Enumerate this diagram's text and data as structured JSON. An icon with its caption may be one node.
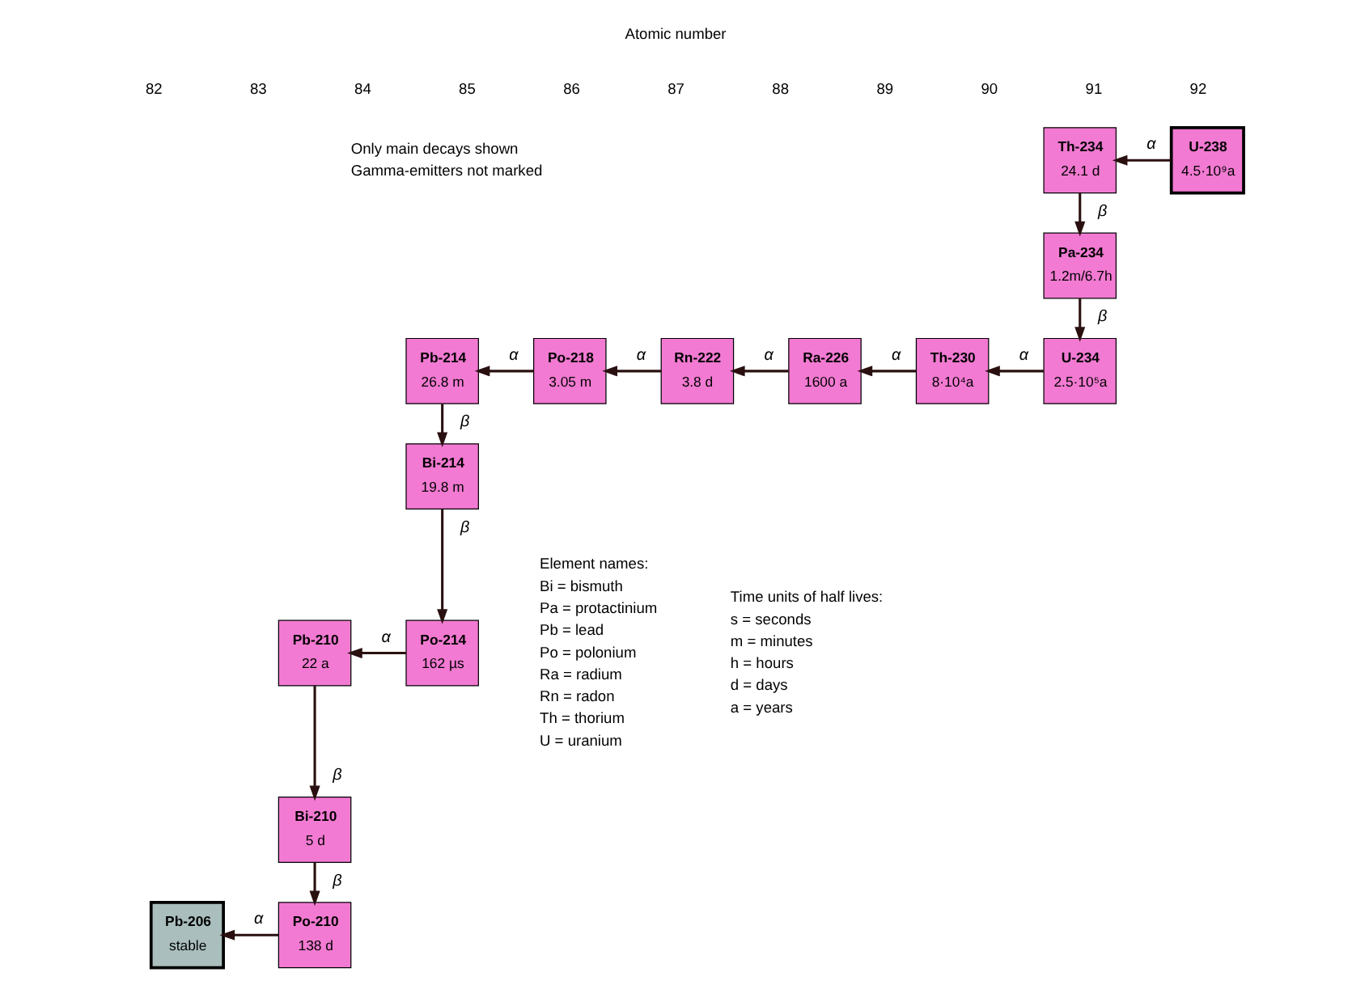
{
  "diagram": {
    "nodes": [
      {
        "text": [
          "Th-234",
          "24.1 d"
        ]
      },
      {
        "text": [
          "U-238",
          "4.5·10⁹a"
        ]
      },
      {
        "text": [
          "Pa-234",
          "1.2m/6.7h"
        ]
      },
      {
        "text": [
          "Pb-214",
          "26.8 m"
        ]
      },
      {
        "text": [
          "Po-218",
          "3.05 m"
        ]
      },
      {
        "text": [
          "Rn-222",
          "3.8 d"
        ]
      },
      {
        "text": [
          "Ra-226",
          "1600 a"
        ]
      },
      {
        "text": [
          "Th-230",
          "8·10⁴a"
        ]
      },
      {
        "text": [
          "U-234",
          "2.5·10⁵a"
        ]
      },
      {
        "text": [
          "Bi-214",
          "19.8 m"
        ]
      },
      {
        "text": [
          "Pb-210",
          "22 a"
        ]
      },
      {
        "text": [
          "Po-214",
          "162 µs"
        ]
      },
      {
        "text": [
          "Bi-210",
          "5 d"
        ]
      },
      {
        "text": [
          "Pb-206",
          "stable"
        ]
      },
      {
        "text": [
          "Po-210",
          "138 d"
        ]
      }
    ],
    "edges": [
      {
        "from": 1,
        "to": 0,
        "arrow": "to",
        "label": "α"
      },
      {
        "from": 0,
        "to": 2,
        "arrow": "to",
        "label": "β"
      },
      {
        "from": 2,
        "to": 8,
        "arrow": "to",
        "label": "β"
      },
      {
        "from": 8,
        "to": 7,
        "arrow": "to",
        "label": "α"
      },
      {
        "from": 7,
        "to": 6,
        "arrow": "to",
        "label": "α"
      },
      {
        "from": 6,
        "to": 5,
        "arrow": "to",
        "label": "α"
      },
      {
        "from": 5,
        "to": 4,
        "arrow": "to",
        "label": "α"
      },
      {
        "from": 4,
        "to": 3,
        "arrow": "to",
        "label": "α"
      },
      {
        "from": 3,
        "to": 9,
        "arrow": "to",
        "label": "β"
      },
      {
        "from": 9,
        "to": 11,
        "arrow": "to",
        "label": "β"
      },
      {
        "from": 11,
        "to": 10,
        "arrow": "to",
        "label": "α"
      },
      {
        "from": 10,
        "to": 12,
        "arrow": "to",
        "label": "β"
      },
      {
        "from": 12,
        "to": 14,
        "arrow": "to",
        "label": "β"
      },
      {
        "from": 14,
        "to": 13,
        "arrow": "to",
        "label": "α"
      }
    ],
    "labels": [
      "Atomic number",
      "82",
      "83",
      "84",
      "85",
      "86",
      "87",
      "88",
      "89",
      "90",
      "91",
      "92",
      "Only main decays shown",
      "Gamma-emitters not marked",
      "Element names:",
      "Bi = bismuth",
      "Pa = protactinium",
      "Pb = lead",
      "Po = polonium",
      "Ra = radium",
      "Rn = radon",
      "Th = thorium",
      "U = uranium",
      "Time units of half lives:",
      "s = seconds",
      "m = minutes",
      "h = hours",
      "d = days",
      "a = years"
    ]
  }
}
